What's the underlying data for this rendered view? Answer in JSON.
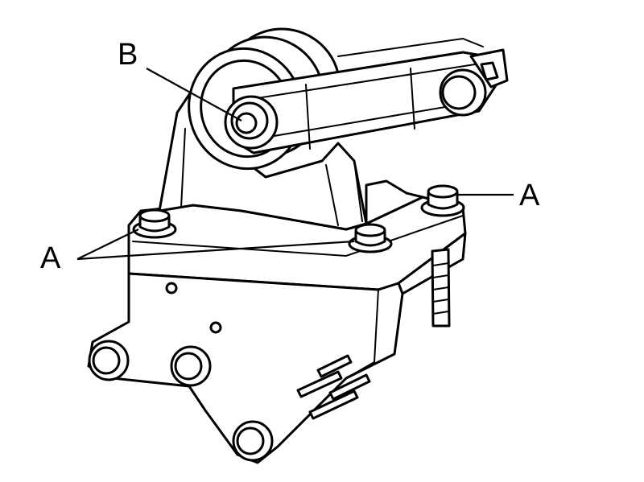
{
  "callouts": {
    "b": "B",
    "a_right": "A",
    "a_left": "A"
  },
  "colors": {
    "line": "#000000",
    "background": "#ffffff"
  }
}
